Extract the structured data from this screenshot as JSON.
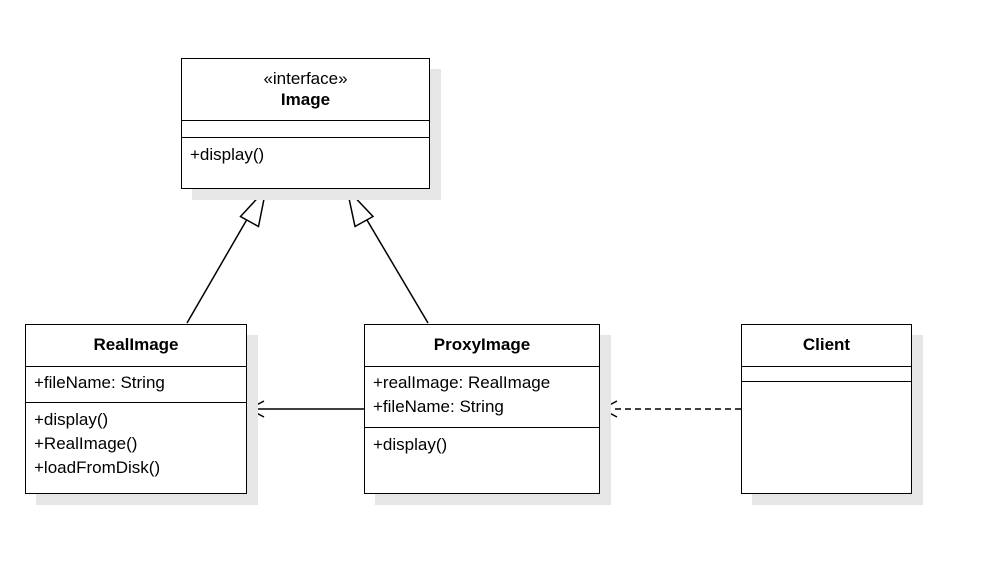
{
  "diagram": {
    "classes": [
      {
        "id": "image",
        "stereotype": "«interface»",
        "name": "Image",
        "attributes": [],
        "methods": [
          "+display()"
        ]
      },
      {
        "id": "realimage",
        "name": "RealImage",
        "attributes": [
          "+fileName: String"
        ],
        "methods": [
          "+display()",
          "+RealImage()",
          "+loadFromDisk()"
        ]
      },
      {
        "id": "proxyimage",
        "name": "ProxyImage",
        "attributes": [
          "+realImage: RealImage",
          "+fileName: String"
        ],
        "methods": [
          "+display()"
        ]
      },
      {
        "id": "client",
        "name": "Client",
        "attributes": [],
        "methods": []
      }
    ],
    "relationships": [
      {
        "type": "realization",
        "from": "realimage",
        "to": "image"
      },
      {
        "type": "realization",
        "from": "proxyimage",
        "to": "image"
      },
      {
        "type": "association",
        "from": "proxyimage",
        "to": "realimage"
      },
      {
        "type": "dependency",
        "from": "client",
        "to": "proxyimage"
      }
    ],
    "colors": {
      "line": "#000000",
      "box_fill": "#ffffff",
      "shadow": "#e6e6e6"
    }
  }
}
